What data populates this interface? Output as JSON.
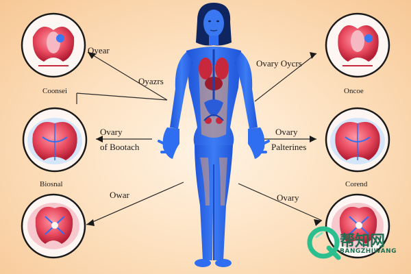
{
  "labels": {
    "left_top_arrow": "Oyear",
    "center_left_upper": "Oyazrs",
    "left_top_caption": "Coonsei",
    "left_mid_arrow_line1": "Ovary",
    "left_mid_arrow_line2": "of Bootach",
    "left_mid_caption": "Biosnal",
    "left_bottom_arrow": "Owar",
    "right_top_arrow": "Ovary Oycrs",
    "right_top_caption": "Oncoe",
    "right_mid_arrow_line1": "Ovary",
    "right_mid_arrow_line2": "Palterines",
    "right_mid_caption": "Corend",
    "right_bottom_arrow": "Ovary"
  },
  "watermark": {
    "chinese": "帮知网",
    "latin": "BANGZHIWANG"
  },
  "colors": {
    "body_blue": "#2f6ef0",
    "organ_red": "#c8283c",
    "circle_fill": "#fdf6f2",
    "watermark_green": "#2bbf8f"
  }
}
